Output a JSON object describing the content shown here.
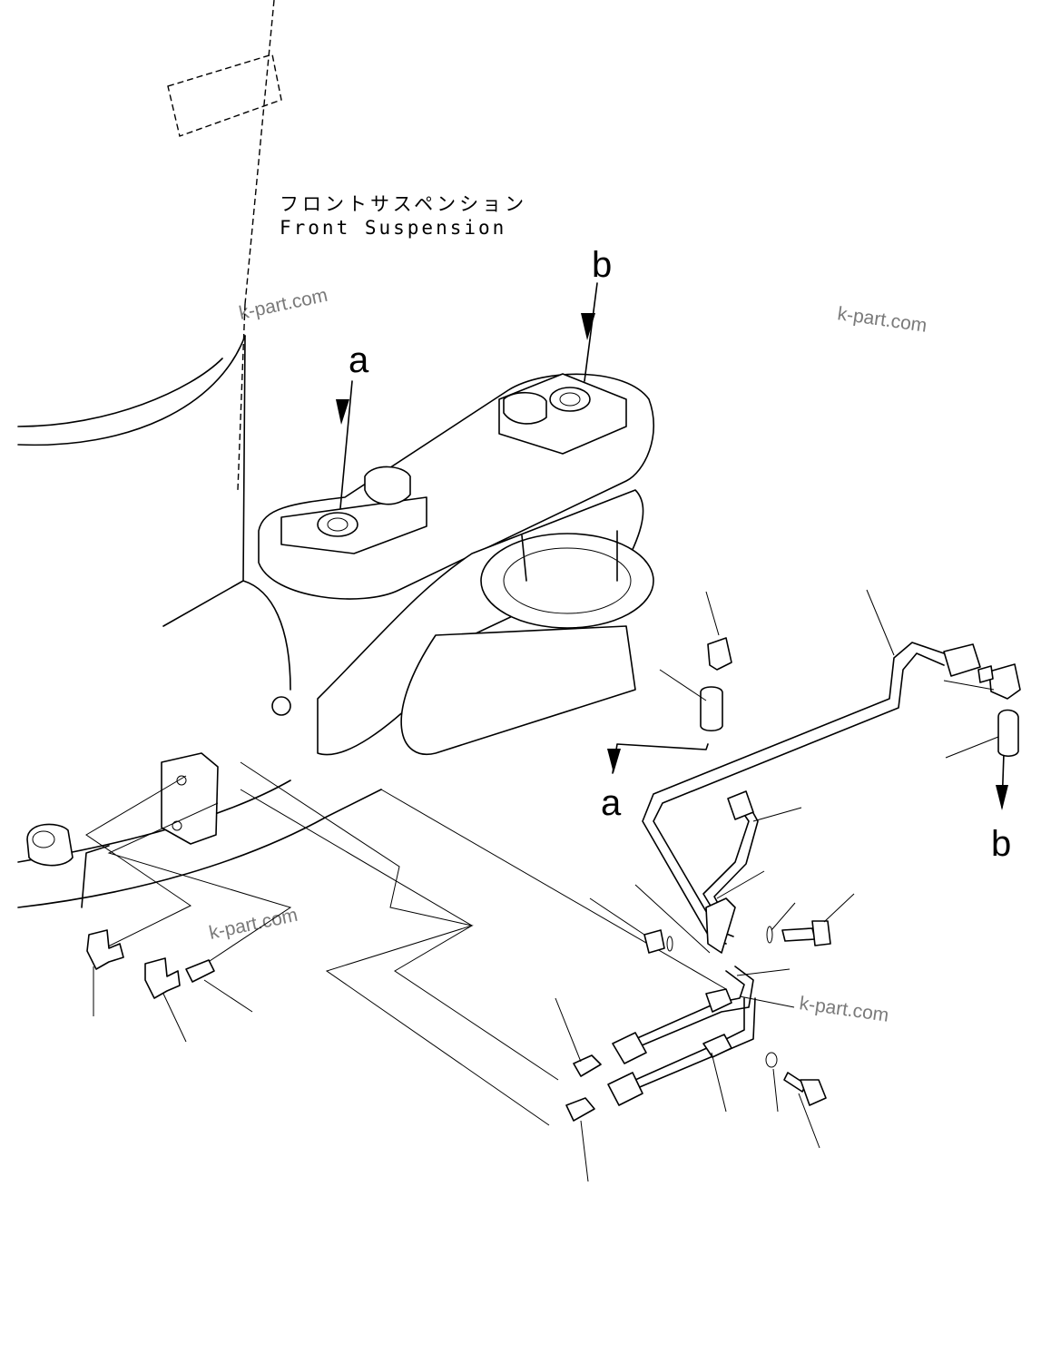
{
  "title_jp": "フロントサスペンション",
  "title_en": "Front Suspension",
  "ref_labels": {
    "a": "a",
    "b": "b"
  },
  "watermark": "k-part.com"
}
